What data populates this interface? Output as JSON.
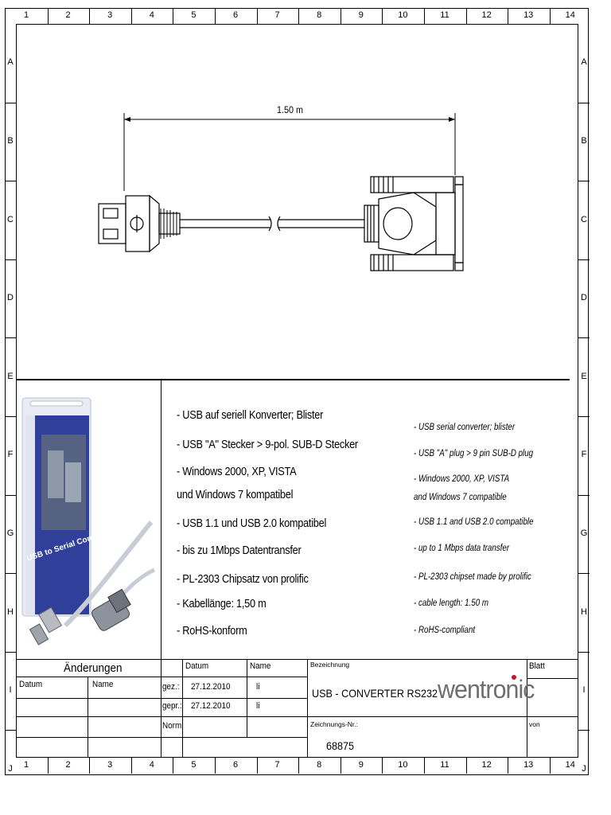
{
  "grid": {
    "columns": [
      "1",
      "2",
      "3",
      "4",
      "5",
      "6",
      "7",
      "8",
      "9",
      "10",
      "11",
      "12",
      "13",
      "14"
    ],
    "rows": [
      "A",
      "B",
      "C",
      "D",
      "E",
      "F",
      "G",
      "H",
      "I",
      "J"
    ]
  },
  "drawing": {
    "dimension_label": "1.50 m"
  },
  "product_box": {
    "text": "USB to Serial Converter"
  },
  "features_de": [
    "- USB auf seriell Konverter; Blister",
    "- USB \"A\" Stecker > 9-pol. SUB-D Stecker",
    "- Windows  2000, XP, VISTA",
    "   und Windows 7 kompatibel",
    "- USB 1.1 und USB 2.0 kompatibel",
    "- bis zu 1Mbps Datentransfer",
    "- PL-2303 Chipsatz von prolific",
    "- Kabellänge: 1,50 m",
    "- RoHS-konform"
  ],
  "features_en": [
    "- USB  serial converter; blister",
    "- USB \"A\" plug > 9 pin SUB-D plug",
    "- Windows 2000, XP, VISTA",
    "   and Windows 7 compatible",
    "- USB 1.1 and USB 2.0 compatible",
    "- up to 1 Mbps data transfer",
    "- PL-2303 chipset made by prolific",
    "- cable length: 1.50 m",
    "- RoHS-compliant"
  ],
  "title_block": {
    "aenderungen": "Änderungen",
    "datum_col": "Datum",
    "name_col": "Name",
    "datum_head": "Datum",
    "name_head": "Name",
    "gez_label": "gez.:",
    "gez_date": "27.12.2010",
    "gez_name": "li",
    "gepr_label": "gepr.:",
    "gepr_date": "27.12.2010",
    "gepr_name": "li",
    "norm_label": "Norm:",
    "bezeichnung_label": "Bezeichnung",
    "bezeichnung_value": "USB - CONVERTER RS232",
    "brand": "wentronic",
    "zeichnungs_label": "Zeichnungs-Nr.:",
    "zeichnungs_value": "68875",
    "blatt_label": "Blatt",
    "von_label": "von"
  }
}
